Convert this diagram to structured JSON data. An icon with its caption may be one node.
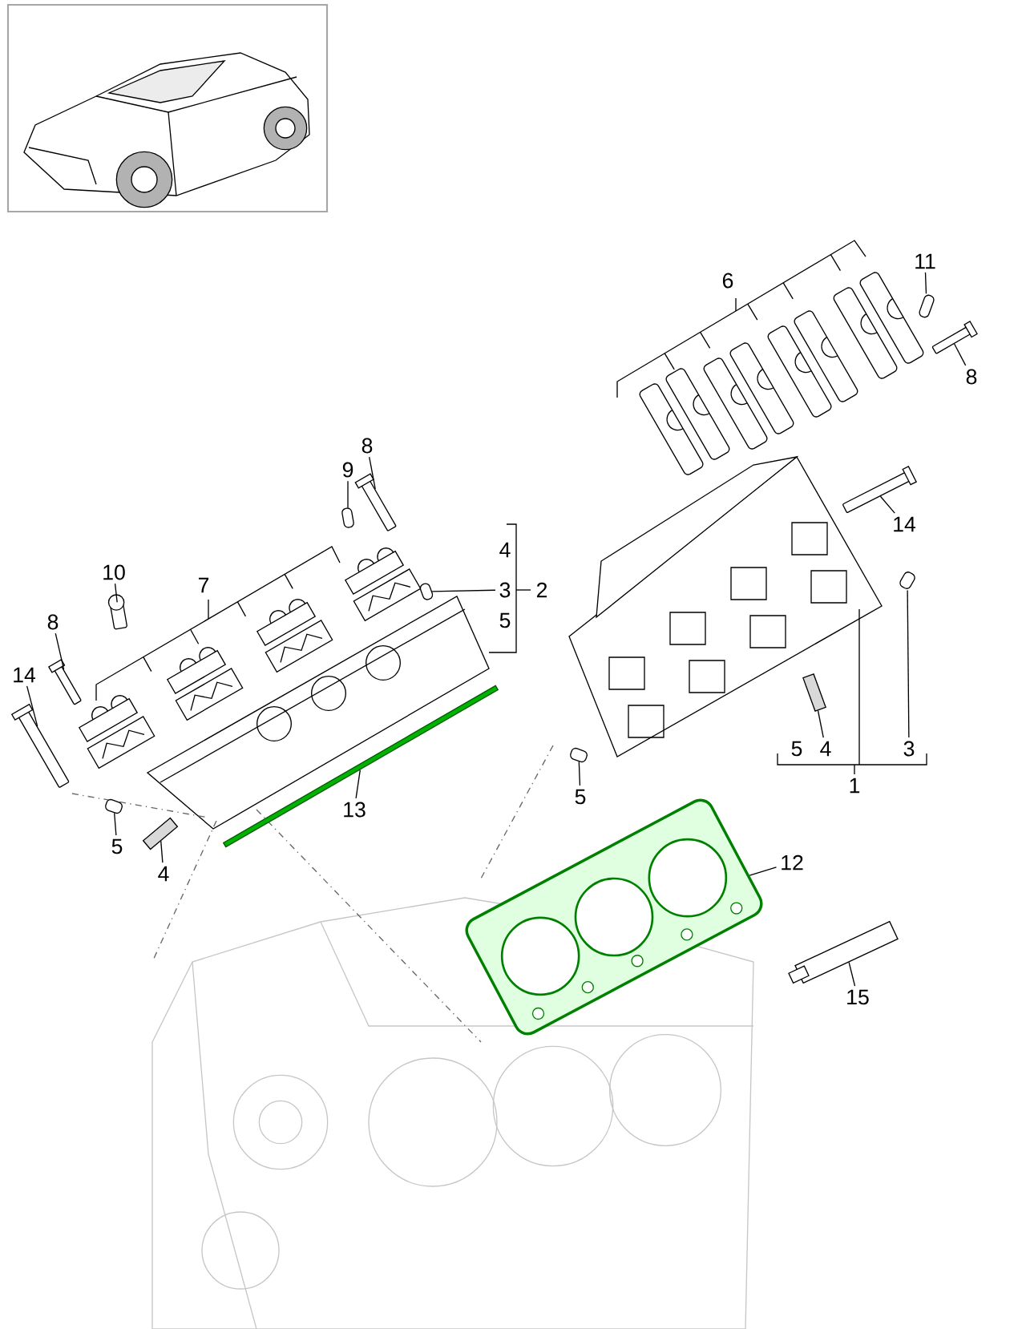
{
  "diagram": {
    "nodes": [
      {
        "text": [
          "8"
        ]
      },
      {
        "text": [],
        "shape": "bolt"
      },
      {
        "text": [
          "9"
        ]
      },
      {
        "text": [],
        "shape": "pin"
      },
      {
        "text": [
          "10"
        ]
      },
      {
        "text": [],
        "shape": "sensor"
      },
      {
        "text": [
          "8"
        ]
      },
      {
        "text": [],
        "shape": "bolt"
      },
      {
        "text": [
          "14"
        ]
      },
      {
        "text": [],
        "shape": "bolt"
      },
      {
        "text": [
          "3"
        ]
      },
      {
        "text": [],
        "shape": "pin"
      },
      {
        "text": [
          "13"
        ]
      },
      {
        "text": [],
        "shape": "bar"
      },
      {
        "text": [
          "5"
        ]
      },
      {
        "text": [],
        "shape": "pin"
      },
      {
        "text": [
          "4"
        ]
      },
      {
        "text": [],
        "shape": "stud"
      },
      {
        "text": [
          "11"
        ]
      },
      {
        "text": [],
        "shape": "pin"
      },
      {
        "text": [
          "8"
        ]
      },
      {
        "text": [],
        "shape": "bolt"
      },
      {
        "text": [
          "14"
        ]
      },
      {
        "text": [],
        "shape": "bolt"
      },
      {
        "text": [
          "4"
        ]
      },
      {
        "text": [],
        "shape": "stud"
      },
      {
        "text": [
          "3"
        ]
      },
      {
        "text": [],
        "shape": "pin"
      },
      {
        "text": [
          "5"
        ]
      },
      {
        "text": [],
        "shape": "pin"
      },
      {
        "text": [
          "12"
        ]
      },
      {
        "text": [],
        "shape": "gasket"
      },
      {
        "text": [
          "15"
        ]
      },
      {
        "text": [],
        "shape": "tube"
      }
    ],
    "edges": [
      {
        "from": 0,
        "to": 1,
        "arrow": "none"
      },
      {
        "from": 2,
        "to": 3,
        "arrow": "none"
      },
      {
        "from": 4,
        "to": 5,
        "arrow": "none"
      },
      {
        "from": 6,
        "to": 7,
        "arrow": "none"
      },
      {
        "from": 8,
        "to": 9,
        "arrow": "none"
      },
      {
        "from": 10,
        "to": 11,
        "arrow": "none"
      },
      {
        "from": 12,
        "to": 13,
        "arrow": "none"
      },
      {
        "from": 14,
        "to": 15,
        "arrow": "none"
      },
      {
        "from": 16,
        "to": 17,
        "arrow": "none"
      },
      {
        "from": 18,
        "to": 19,
        "arrow": "none"
      },
      {
        "from": 20,
        "to": 21,
        "arrow": "none"
      },
      {
        "from": 22,
        "to": 23,
        "arrow": "none"
      },
      {
        "from": 24,
        "to": 25,
        "arrow": "none"
      },
      {
        "from": 26,
        "to": 27,
        "arrow": "none"
      },
      {
        "from": 28,
        "to": 29,
        "arrow": "none"
      },
      {
        "from": 30,
        "to": 31,
        "arrow": "none"
      },
      {
        "from": 32,
        "to": 33,
        "arrow": "none"
      }
    ],
    "labels": [
      "6",
      "4",
      "7",
      "2",
      "5",
      "5",
      "1"
    ]
  }
}
